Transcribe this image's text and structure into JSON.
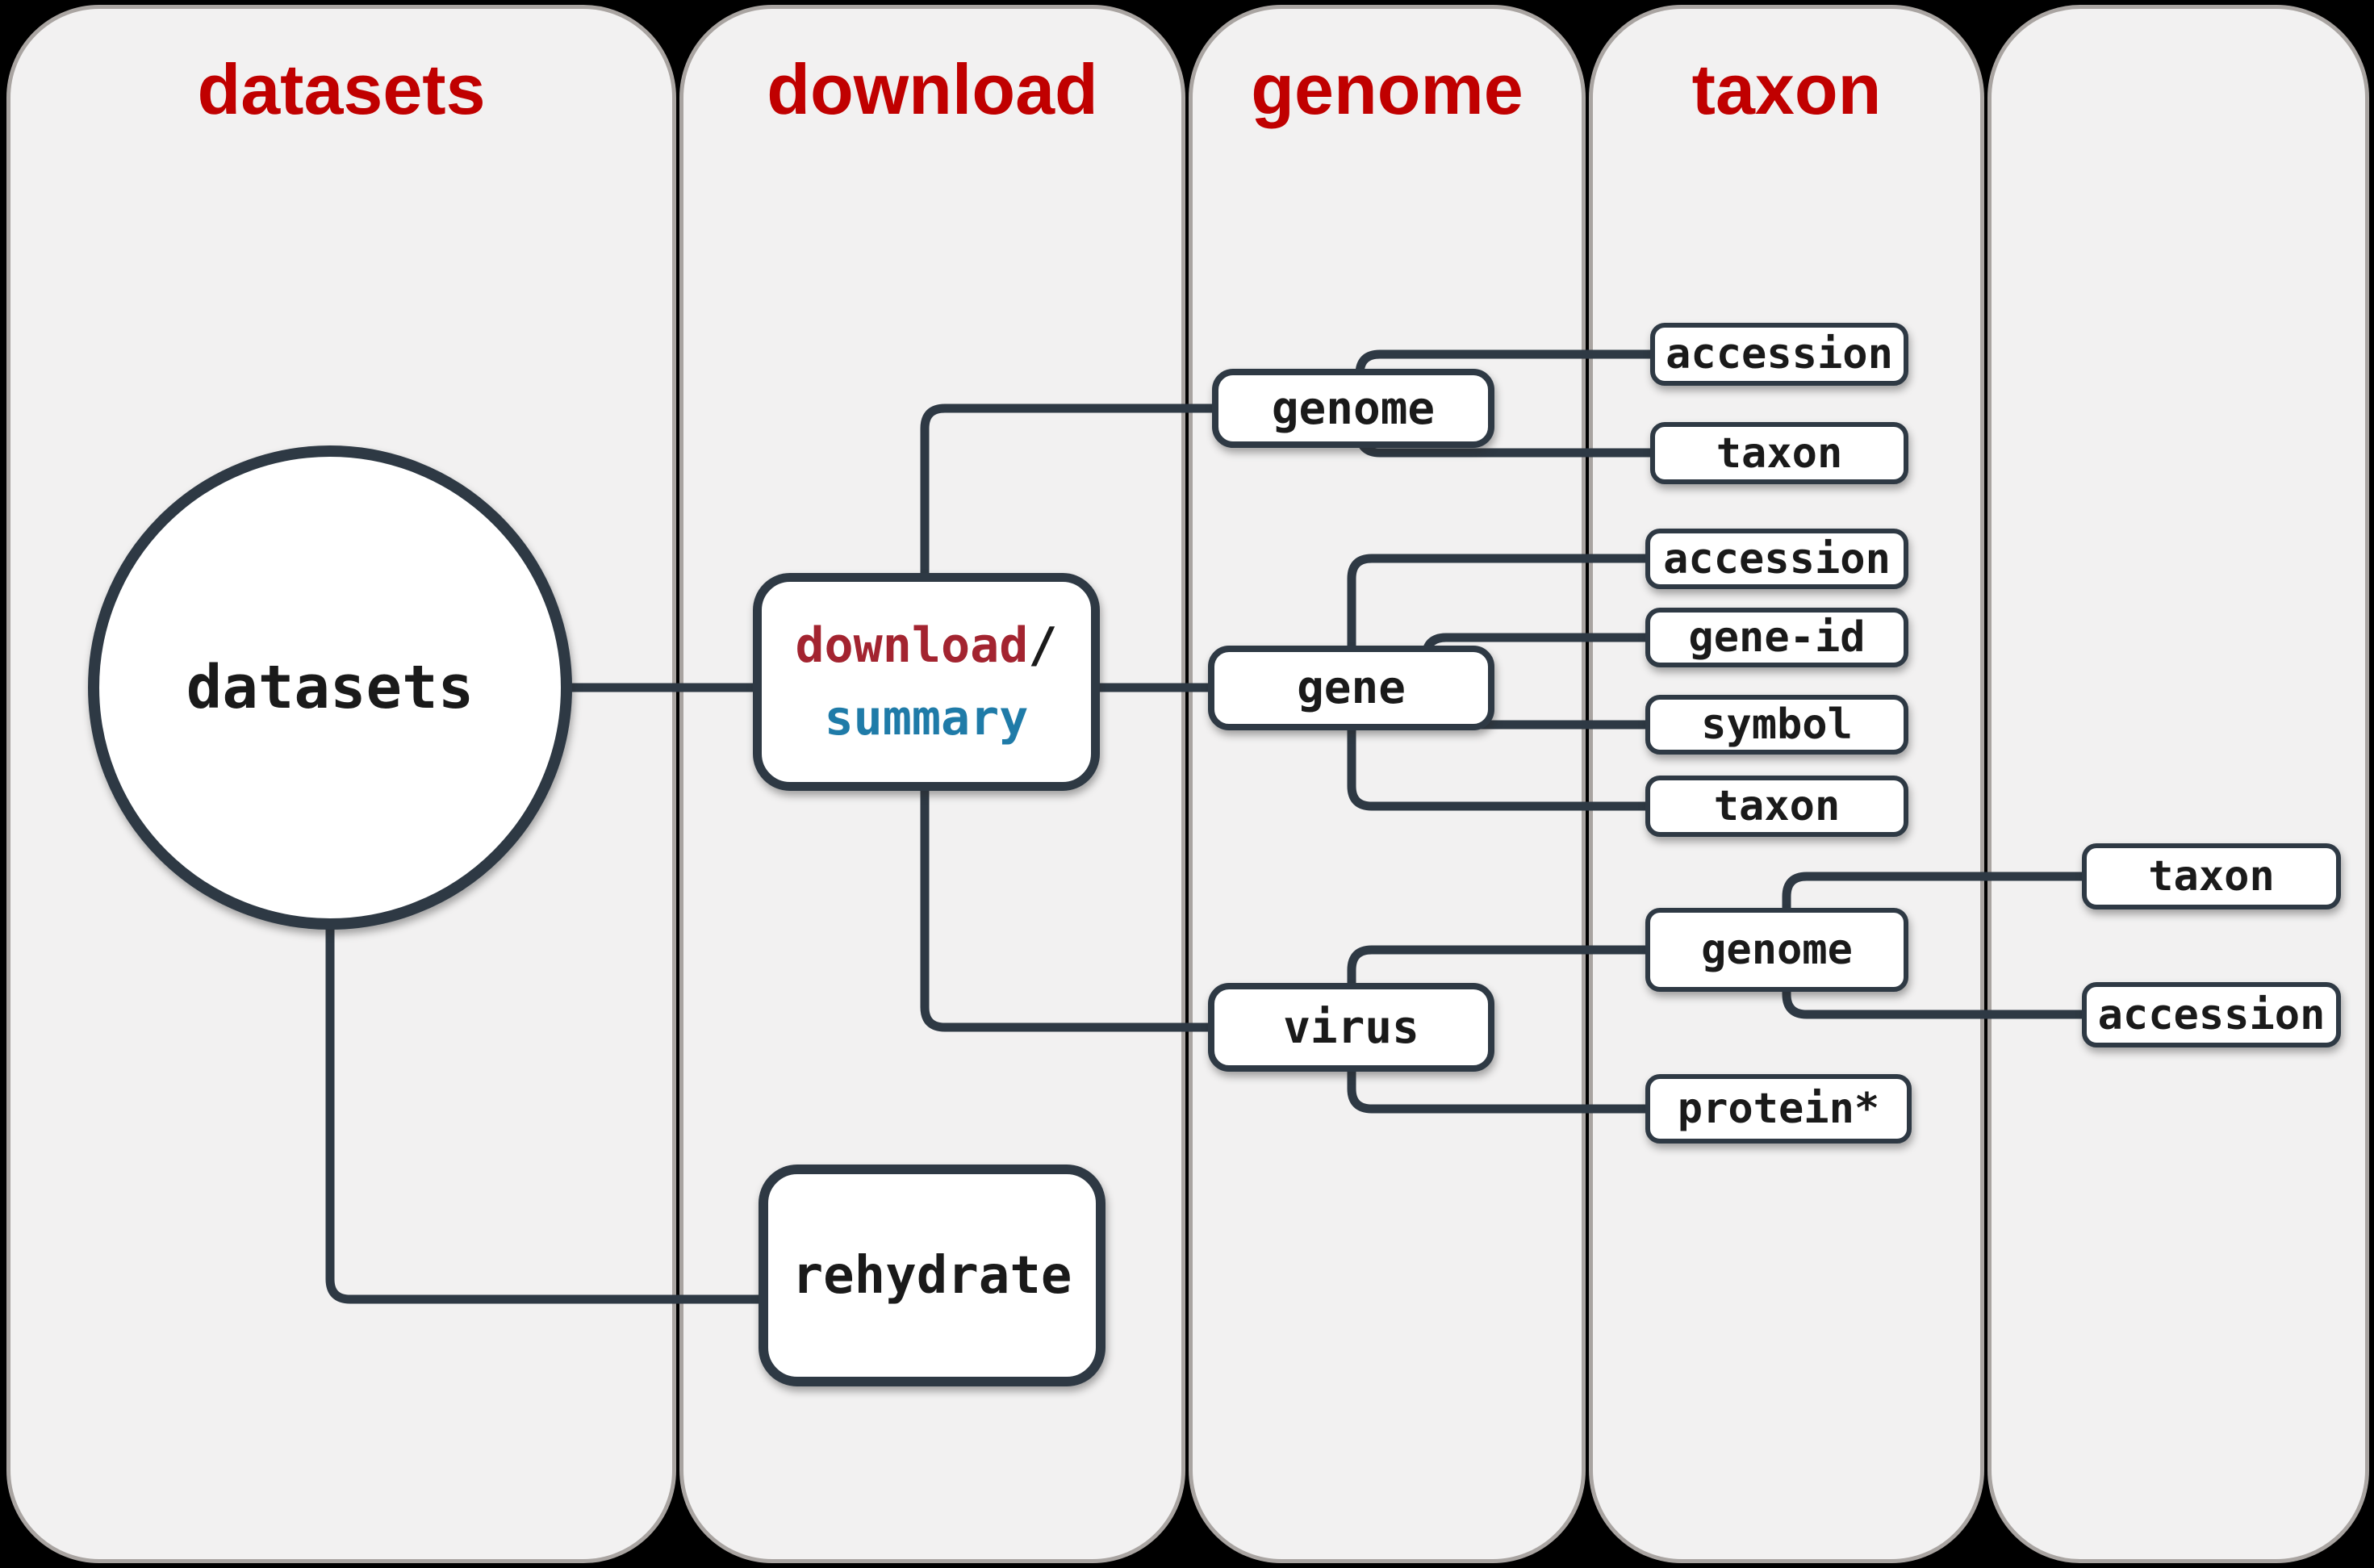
{
  "columns": [
    {
      "label": "datasets"
    },
    {
      "label": "download"
    },
    {
      "label": "genome"
    },
    {
      "label": "taxon"
    },
    {
      "label": ""
    }
  ],
  "nodes": {
    "root": "datasets",
    "download": "download",
    "slash": "/",
    "summary": "summary",
    "rehydrate": "rehydrate",
    "genome": "genome",
    "gene": "gene",
    "virus": "virus",
    "genome_accession": "accession",
    "genome_taxon": "taxon",
    "gene_accession": "accession",
    "gene_id": "gene-id",
    "gene_symbol": "symbol",
    "gene_taxon": "taxon",
    "virus_genome": "genome",
    "virus_protein": "protein*",
    "virus_genome_taxon": "taxon",
    "virus_genome_accession": "accession"
  },
  "colors": {
    "background": "#000000",
    "column_fill": "#f2f1f1",
    "column_border": "#a9a4a1",
    "header_red": "#c00000",
    "command_red": "#a32430",
    "command_blue": "#1f7ba8",
    "line": "#2e3944",
    "node_fill": "#ffffff",
    "node_text": "#1a1a1a"
  }
}
